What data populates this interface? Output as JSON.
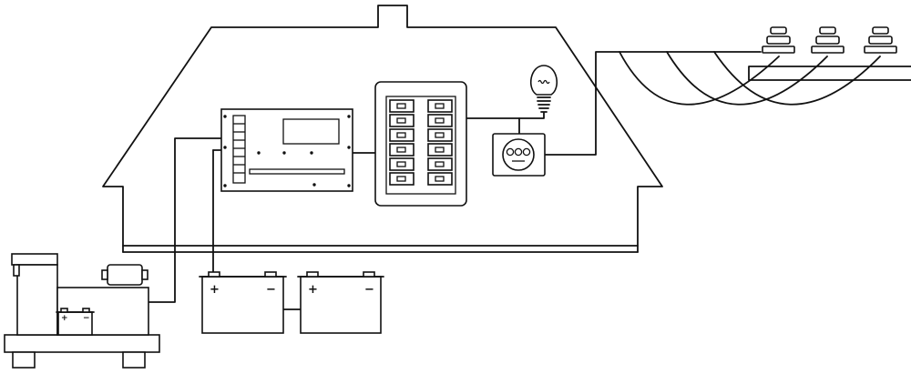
{
  "diagram": {
    "components": {
      "house": {
        "icon": "house-outline"
      },
      "generator": {
        "icon": "generator-icon",
        "battery_plus": "+",
        "battery_minus": "−"
      },
      "controller": {
        "icon": "charge-controller-panel"
      },
      "breaker_panel": {
        "icon": "breaker-panel",
        "breaker_count": 12
      },
      "light_bulb": {
        "icon": "light-bulb-icon"
      },
      "meter": {
        "icon": "electric-meter-icon"
      },
      "battery_1": {
        "icon": "battery-icon",
        "plus": "+",
        "minus": "−"
      },
      "battery_2": {
        "icon": "battery-icon",
        "plus": "+",
        "minus": "−"
      },
      "utility_pole": {
        "icon": "utility-pole-crossarm",
        "insulators": 3
      }
    },
    "colors": {
      "stroke": "#111111",
      "background": "#ffffff"
    }
  }
}
